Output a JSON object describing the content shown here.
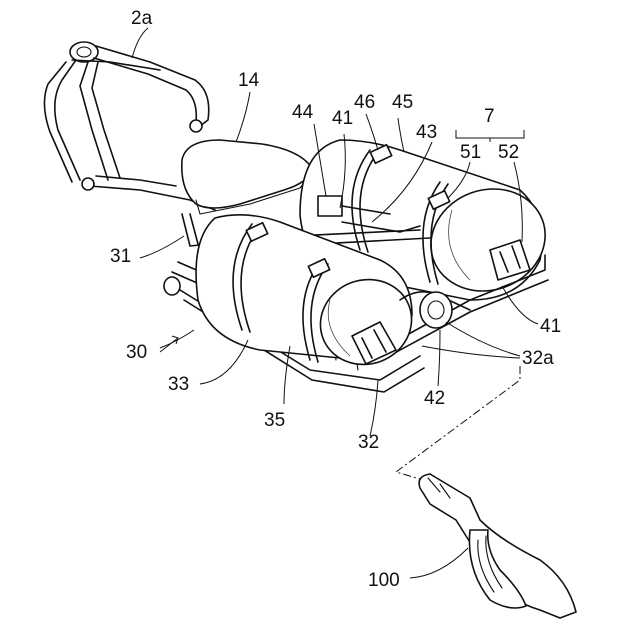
{
  "labels": {
    "frame": "2a",
    "seat": "14",
    "bracket": "31",
    "unit": "30",
    "basket": "33",
    "band": "35",
    "pipe_lower": "32",
    "pipe_ends": "32a",
    "valve_center": "42",
    "valve_right": "41",
    "valve_top": "41",
    "regulator": "44",
    "valve_46": "46",
    "valve_45": "45",
    "fitting_43": "43",
    "assembly": "7",
    "tank_51": "51",
    "tank_52": "52",
    "nozzle": "100"
  }
}
